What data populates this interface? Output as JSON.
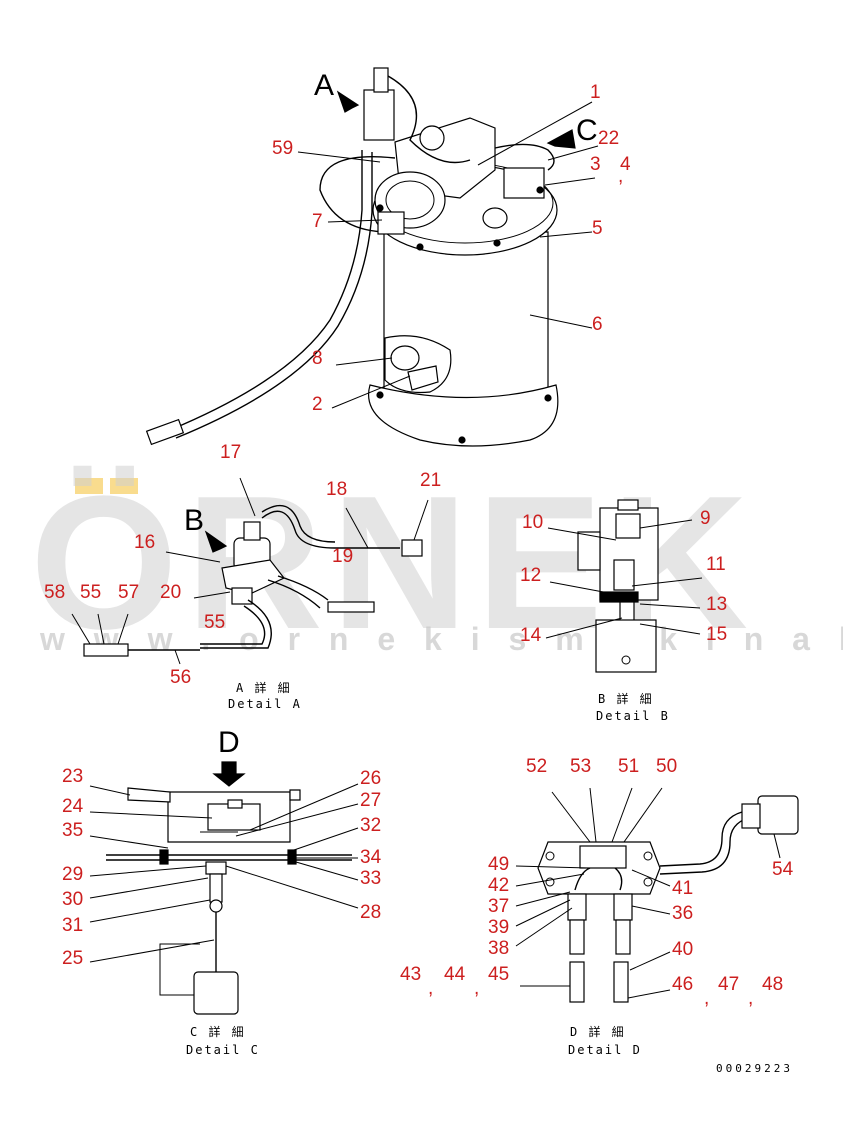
{
  "watermark": {
    "brand": "ÖRNEK",
    "url": "w w w . o r n e k i s m a k i n a l a r i . c o m . t r",
    "accent_color": "#f5c542",
    "gray_color": "#cfcfcf"
  },
  "view_letters": {
    "a": "A",
    "b": "B",
    "c": "C",
    "d": "D"
  },
  "callouts": {
    "main": [
      "1",
      "22",
      "3",
      "4",
      "59",
      "7",
      "5",
      "6",
      "8",
      "2"
    ],
    "detail_a": [
      "17",
      "18",
      "21",
      "16",
      "19",
      "20",
      "58",
      "55",
      "57",
      "55",
      "56"
    ],
    "detail_b": [
      "10",
      "9",
      "11",
      "12",
      "13",
      "14",
      "15"
    ],
    "detail_c": [
      "23",
      "24",
      "35",
      "29",
      "30",
      "31",
      "25",
      "26",
      "27",
      "32",
      "34",
      "33",
      "28"
    ],
    "detail_d": [
      "52",
      "53",
      "51",
      "50",
      "49",
      "42",
      "37",
      "39",
      "38",
      "41",
      "36",
      "40",
      "54",
      "43",
      "44",
      "45",
      "46",
      "47",
      "48"
    ]
  },
  "separators": {
    "comma": ","
  },
  "detail_labels": {
    "a_jp": "A 詳 細",
    "a_en": "Detail A",
    "b_jp": "B 詳 細",
    "b_en": "Detail B",
    "c_jp": "C 詳 細",
    "c_en": "Detail C",
    "d_jp": "D 詳 細",
    "d_en": "Detail D"
  },
  "document_number": "00029223"
}
